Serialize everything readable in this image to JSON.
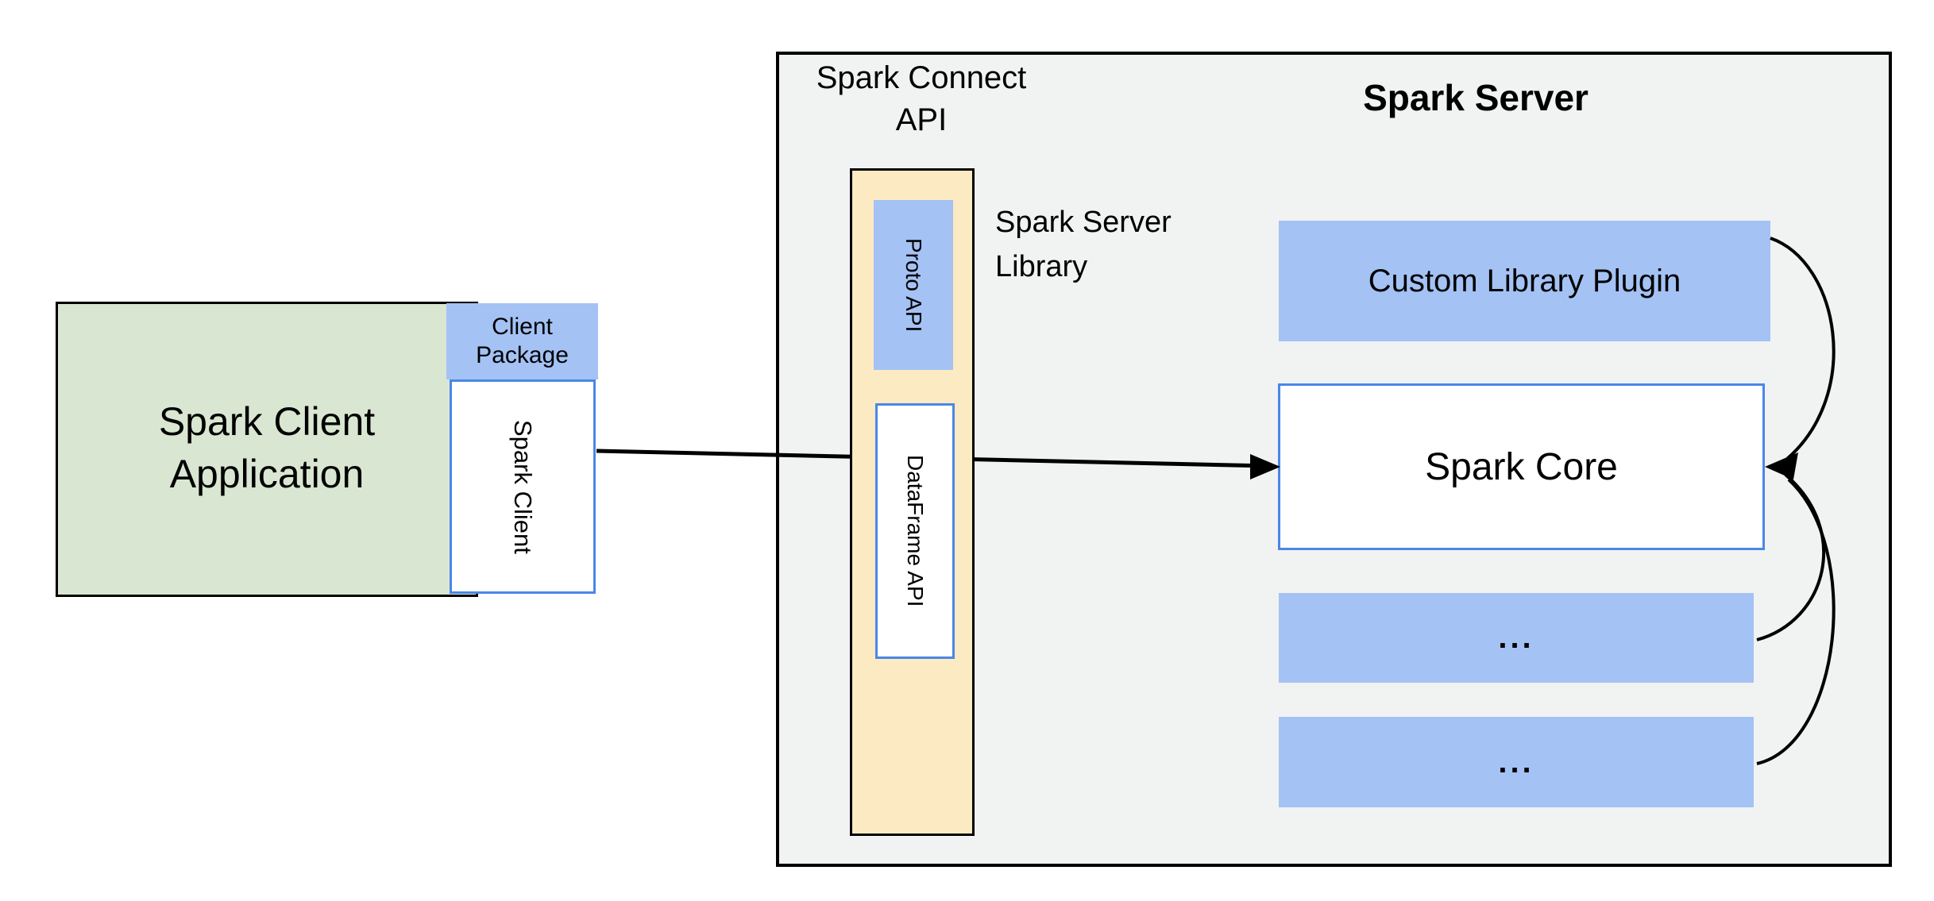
{
  "colors": {
    "container_gray": "#f1f2f2",
    "client_green": "#d9e6d2",
    "accent_blue_fill": "#a4c2f4",
    "accent_blue_border": "#4a86e8",
    "library_yellow": "#fbeac2",
    "line_black": "#000000"
  },
  "client_group": {
    "application_label": "Spark Client\nApplication",
    "package_label": "Client\nPackage",
    "client_label": "Spark Client"
  },
  "connect_group": {
    "title": "Spark Connect\nAPI",
    "proto_label": "Proto API",
    "dataframe_label": "DataFrame API",
    "library_label": "Spark Server\nLibrary"
  },
  "server_group": {
    "title": "Spark Server",
    "plugin_label": "Custom Library Plugin",
    "core_label": "Spark Core",
    "ellipsis1_label": "...",
    "ellipsis2_label": "..."
  }
}
